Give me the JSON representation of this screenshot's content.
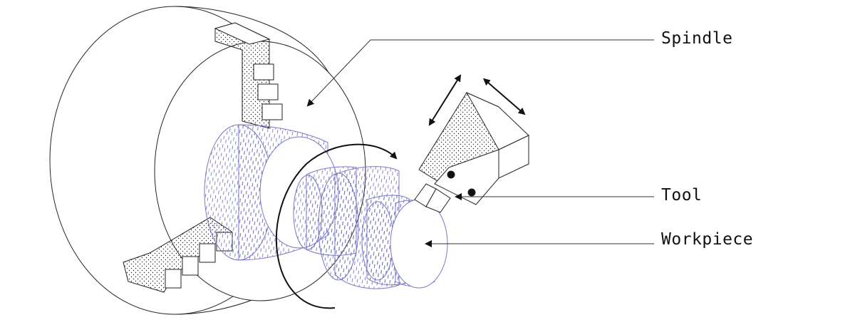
{
  "diagram": {
    "labels": {
      "spindle": "Spindle",
      "tool": "Tool",
      "workpiece": "Workpiece"
    },
    "icons": [
      "rotation-arrow-icon",
      "double-arrow-icon"
    ],
    "colors": {
      "ink": "#111111",
      "hatch": "#7b78c8",
      "background": "#ffffff"
    }
  }
}
